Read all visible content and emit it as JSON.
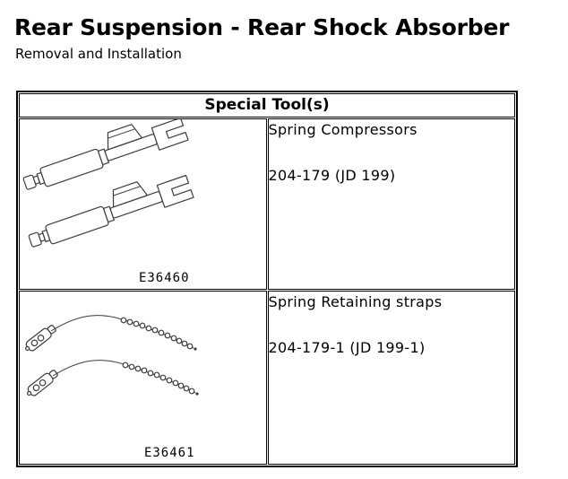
{
  "page": {
    "title": "Rear Suspension - Rear Shock Absorber",
    "subtitle": "Removal and Installation"
  },
  "special_tools": {
    "header": "Special Tool(s)",
    "rows": [
      {
        "tool_name": "Spring Compressors",
        "tool_number": "204-179 (JD 199)",
        "figure_label": "E36460",
        "illustration": "spring-compressors-line-art"
      },
      {
        "tool_name": "Spring Retaining straps",
        "tool_number": "204-179-1 (JD 199-1)",
        "figure_label": "E36461",
        "illustration": "spring-retaining-straps-line-art"
      }
    ]
  },
  "colors": {
    "background": "#ffffff",
    "text": "#000000",
    "table_border": "#000000",
    "line_art": "#3c3c3c"
  }
}
